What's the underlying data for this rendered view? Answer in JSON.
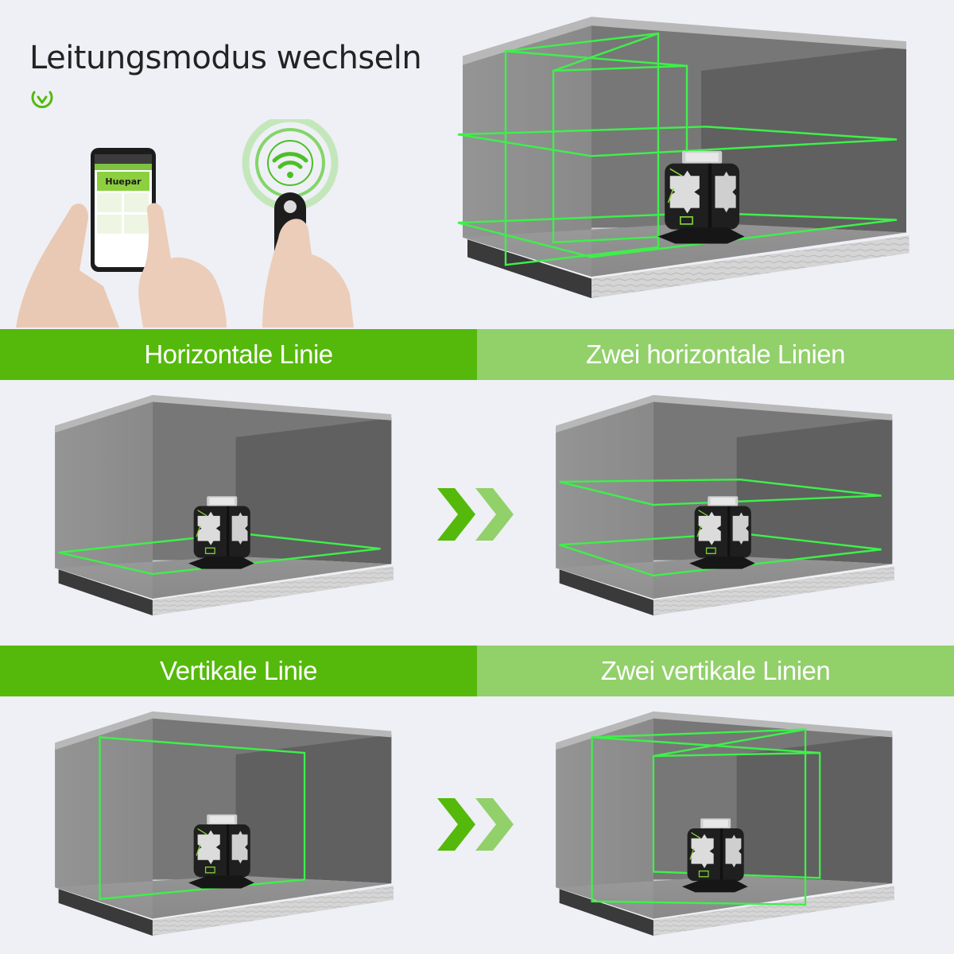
{
  "header": {
    "title": "Leitungsmodus wechseln",
    "check_icon": "circle-check-icon"
  },
  "hero": {
    "phone_app_brand": "Huepar",
    "remote_signal_icon": "wifi-signal-icon",
    "remote_power_icon": "power-icon"
  },
  "modes": [
    {
      "label": "Horizontale Linie"
    },
    {
      "label": "Zwei horizontale Linien"
    },
    {
      "label": "Vertikale Linie"
    },
    {
      "label": "Zwei vertikale Linien"
    }
  ],
  "colors": {
    "banner_dark": "#55b90b",
    "banner_light": "#92d06a",
    "laser_green": "#3ef04a",
    "background": "#eef0f5"
  }
}
